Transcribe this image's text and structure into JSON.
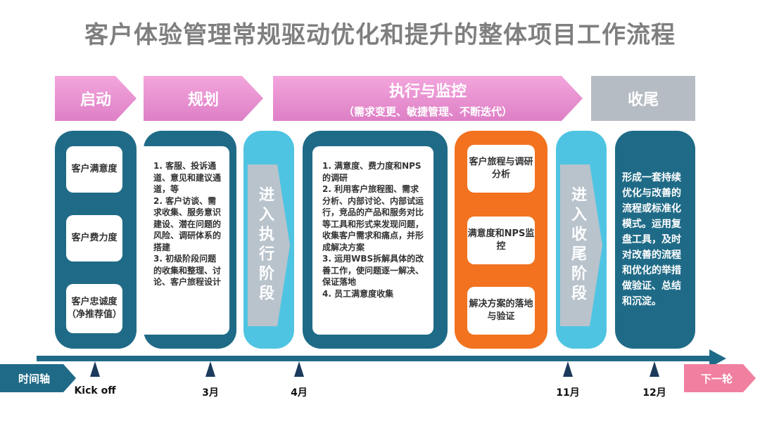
{
  "title": "客户体验管理常规驱动优化和提升的整体项目工作流程",
  "phases": [
    {
      "title": "启动",
      "subtitle": ""
    },
    {
      "title": "规划",
      "subtitle": ""
    },
    {
      "title": "执行与监控",
      "subtitle": "（需求变更、敏捷管理、不断迭代）"
    },
    {
      "title": "收尾",
      "subtitle": ""
    }
  ],
  "start_cards": [
    "客户满意度",
    "客户费力度",
    "客户忠诚度（净推荐值）"
  ],
  "plan_text": "1. 客服、投诉通道、意见和建议通道，等\n2. 客户访谈、需求收集、服务意识建设、潜在问题的风险、调研体系的搭建\n3. 初级阶段问题的收集和整理、讨论、客户旅程设计",
  "enter_exec": "进入执行阶段",
  "exec_text": "1. 满意度、费力度和NPS的调研\n2. 利用客户旅程图、需求分析、内部讨论、内部试运行，竞品的产品和服务对比等工具和形式来发现问题，收集客户需求和痛点，并形成解决方案\n3. 运用WBS拆解具体的改善工作，使问题逐一解决、保证落地\n4. 员工满意度收集",
  "monitor_cards": [
    "客户旅程与调研分析",
    "满意度和NPS监控",
    "解决方案的落地与验证"
  ],
  "enter_close": "进入收尾阶段",
  "close_text": "形成一套持续优化与改善的流程或标准化模式。运用复盘工具，及时对改善的流程和优化的举措做验证、总结和沉淀。",
  "timeline": {
    "axis_label": "时间轴",
    "next_label": "下一轮",
    "ticks": [
      "Kick off",
      "3月",
      "4月",
      "11月",
      "12月"
    ]
  },
  "colors": {
    "teal": "#1f6b87",
    "pink": "#de7fc6",
    "orange": "#f2721f",
    "cyan": "#4fc4e2",
    "gray": "#b6bcc3"
  }
}
